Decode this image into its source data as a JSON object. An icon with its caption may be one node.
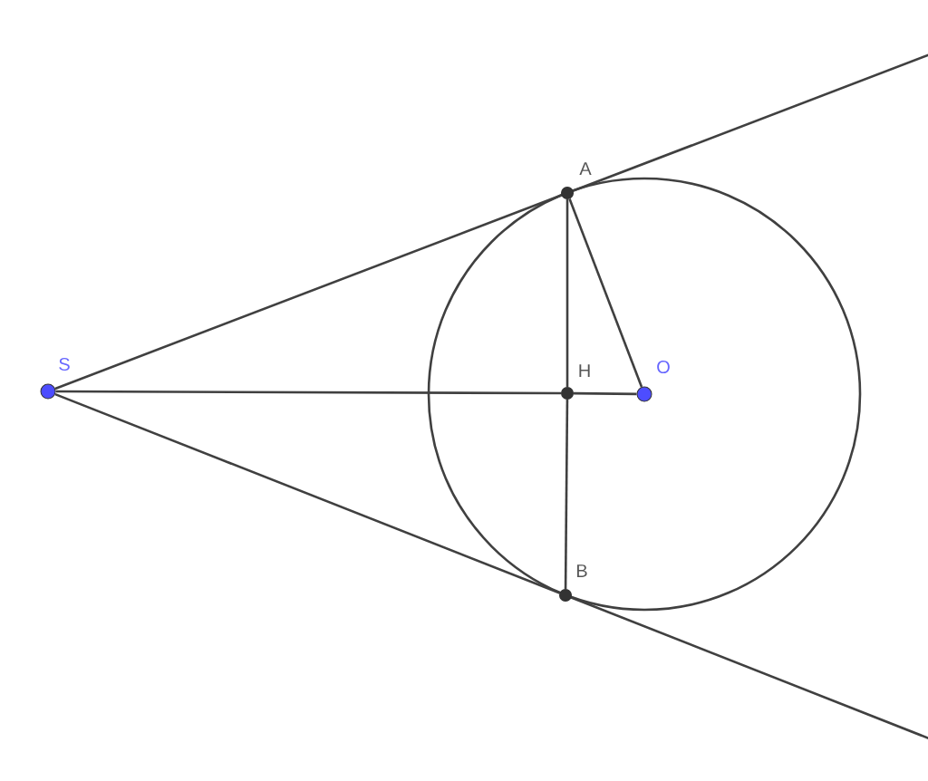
{
  "diagram": {
    "nodes": [
      {
        "text": [
          "S"
        ]
      },
      {
        "text": [
          "A"
        ]
      },
      {
        "text": [
          "H"
        ]
      },
      {
        "text": [
          "O"
        ]
      },
      {
        "text": [
          "B"
        ]
      }
    ],
    "edges": [
      {
        "from": 0,
        "to": 1,
        "arrow": "none"
      },
      {
        "from": 0,
        "to": 4,
        "arrow": "none"
      },
      {
        "from": 0,
        "to": 2,
        "arrow": "none"
      },
      {
        "from": 2,
        "to": 3,
        "arrow": "none"
      },
      {
        "from": 1,
        "to": 2,
        "arrow": "none"
      },
      {
        "from": 2,
        "to": 4,
        "arrow": "none"
      },
      {
        "from": 1,
        "to": 3,
        "arrow": "none"
      }
    ]
  }
}
